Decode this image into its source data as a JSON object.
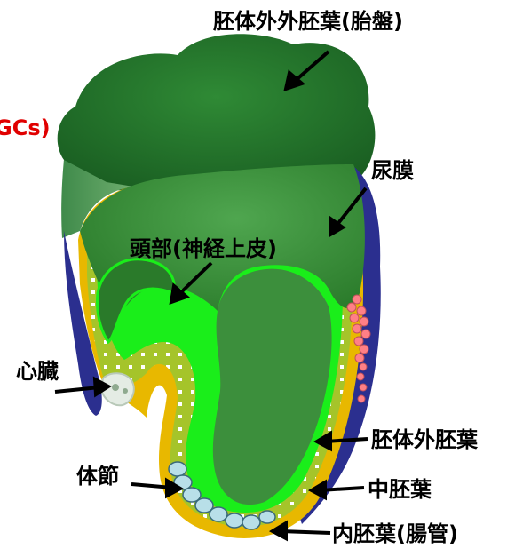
{
  "labels": {
    "extraembryonic_ectoderm_placenta": "胚体外外胚葉(胎盤)",
    "pgcs_partial": "GCs)",
    "allantois": "尿膜",
    "head_neuroepithelium": "頭部(神経上皮)",
    "heart": "心臓",
    "embryonic_ectoderm": "胚体外胚葉",
    "somites": "体節",
    "mesoderm": "中胚葉",
    "endoderm_gut": "内胚葉(腸管)"
  },
  "colors": {
    "placenta_dark": "#1f6e2a",
    "placenta_light": "#5f9e5f",
    "amnion_blue": "#2b2f8f",
    "yellow_band": "#e8b800",
    "olive_layer": "#a5c42a",
    "bright_green": "#1aee1a",
    "inner_green": "#3c8f3c",
    "somite_fill": "#b8dfe8",
    "pgc_pink": "#ff7f86",
    "label_red": "#e00000"
  }
}
